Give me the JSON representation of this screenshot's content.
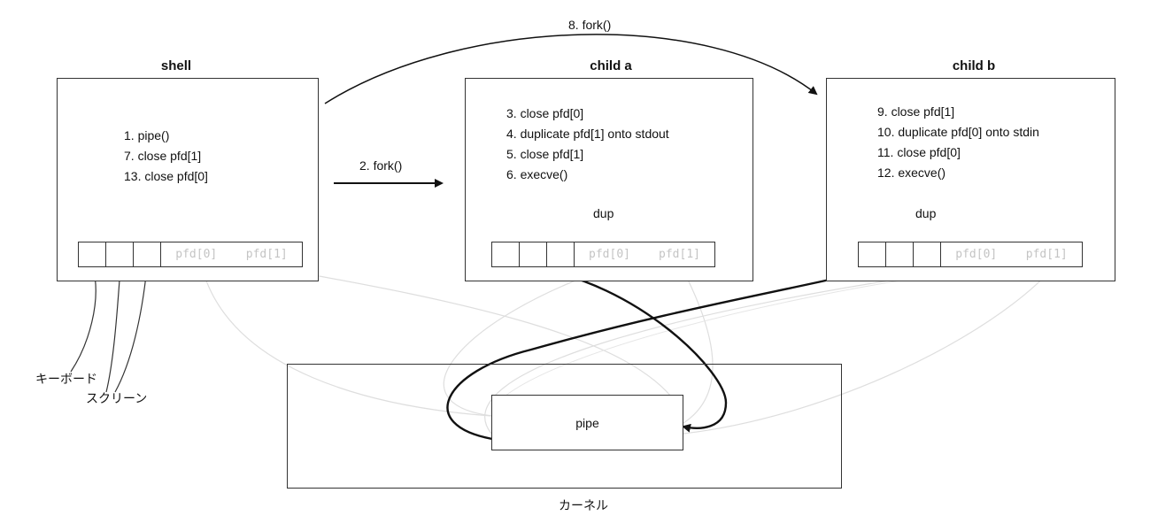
{
  "processes": {
    "shell": {
      "title": "shell",
      "steps": [
        "1. pipe()",
        "7. close pfd[1]",
        "13. close pfd[0]"
      ]
    },
    "child_a": {
      "title": "child a",
      "steps": [
        "3. close pfd[0]",
        "4. duplicate pfd[1] onto stdout",
        "5. close pfd[1]",
        "6. execve()"
      ],
      "dup_label": "dup"
    },
    "child_b": {
      "title": "child b",
      "steps": [
        "9. close pfd[1]",
        "10. duplicate pfd[0] onto stdin",
        "11. close pfd[0]",
        "12. execve()"
      ],
      "dup_label": "dup"
    }
  },
  "fd_labels": {
    "pfd0": "pfd[0]",
    "pfd1": "pfd[1]"
  },
  "arrows": {
    "fork_a": "2. fork()",
    "fork_b": "8. fork()"
  },
  "devices": {
    "keyboard": "キーボード",
    "screen": "スクリーン"
  },
  "kernel": {
    "label": "カーネル",
    "pipe_label": "pipe"
  }
}
